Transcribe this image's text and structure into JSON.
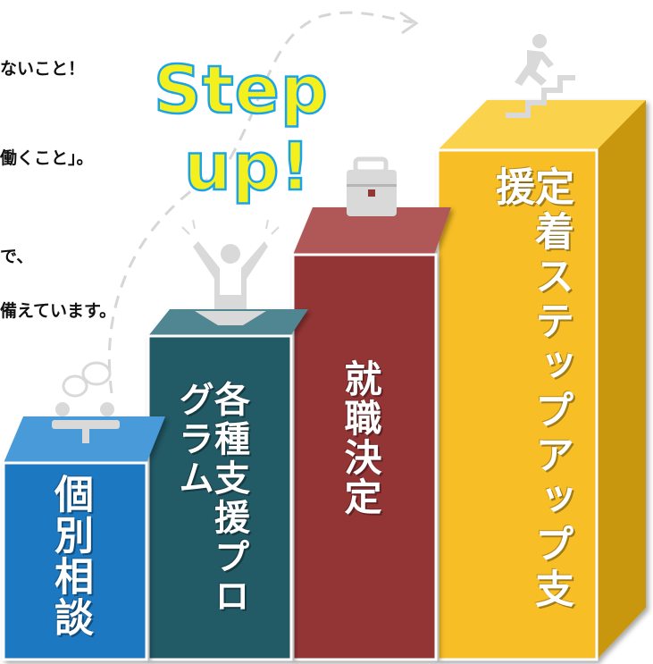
{
  "intro_lines": [
    "ないこと！",
    "働くこと」。",
    "で、",
    "備えています。"
  ],
  "headline": {
    "word1": "Step",
    "word2": "up!"
  },
  "steps": [
    {
      "label": "個別相談",
      "color": "#1f78c0"
    },
    {
      "label": "各種支援プログラム",
      "color": "#245a66"
    },
    {
      "label": "就職決定",
      "color": "#943535"
    },
    {
      "label": "定着ステップアップ支援",
      "color": "#f7be26"
    }
  ],
  "colors": {
    "headline_fill": "#f4f01e",
    "headline_outline": "#19a4ea",
    "icon_gray": "#d9d9d9"
  },
  "icons": [
    "chat-meeting-icon",
    "cheering-person-icon",
    "briefcase-icon",
    "running-stairs-icon"
  ]
}
